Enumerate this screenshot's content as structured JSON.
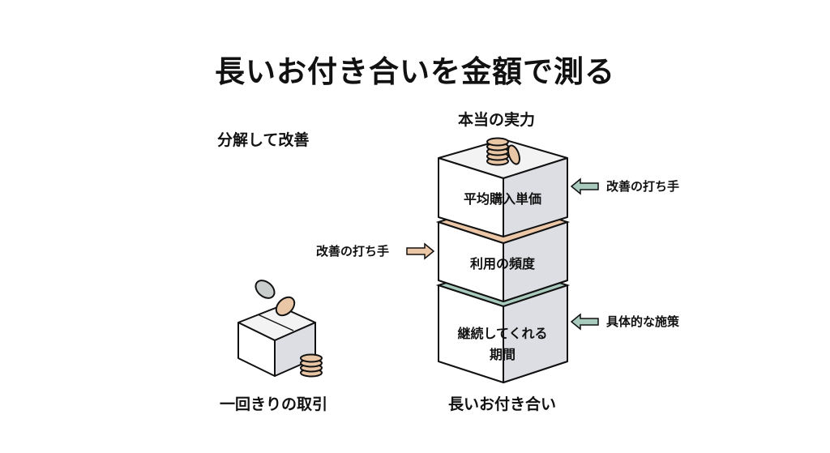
{
  "title": "長いお付き合いを金額で測る",
  "labels": {
    "decompose": "分解して改善",
    "true_power": "本当の実力",
    "one_time": "一回きりの取引",
    "long_term": "長いお付き合い"
  },
  "stack": [
    {
      "label": "平均購入単価"
    },
    {
      "label": "利用の頻度"
    },
    {
      "label": "継続してくれる\n期間",
      "line1": "継続してくれる",
      "line2": "期間"
    }
  ],
  "annotations": [
    {
      "text": "改善の打ち手",
      "target": "平均購入単価",
      "arrow": "left"
    },
    {
      "text": "改善の打ち手",
      "target": "利用の頻度",
      "arrow": "right"
    },
    {
      "text": "具体的な施策",
      "target": "継続してくれる期間",
      "arrow": "left"
    }
  ],
  "colors": {
    "coin": "#e9c6a6",
    "coin_gray": "#c9cdcb",
    "green_accent": "#a9cbbd",
    "peach_accent": "#ecc7a7",
    "box_front": "#ffffff",
    "box_side": "#dcdee3",
    "stroke": "#111111"
  }
}
